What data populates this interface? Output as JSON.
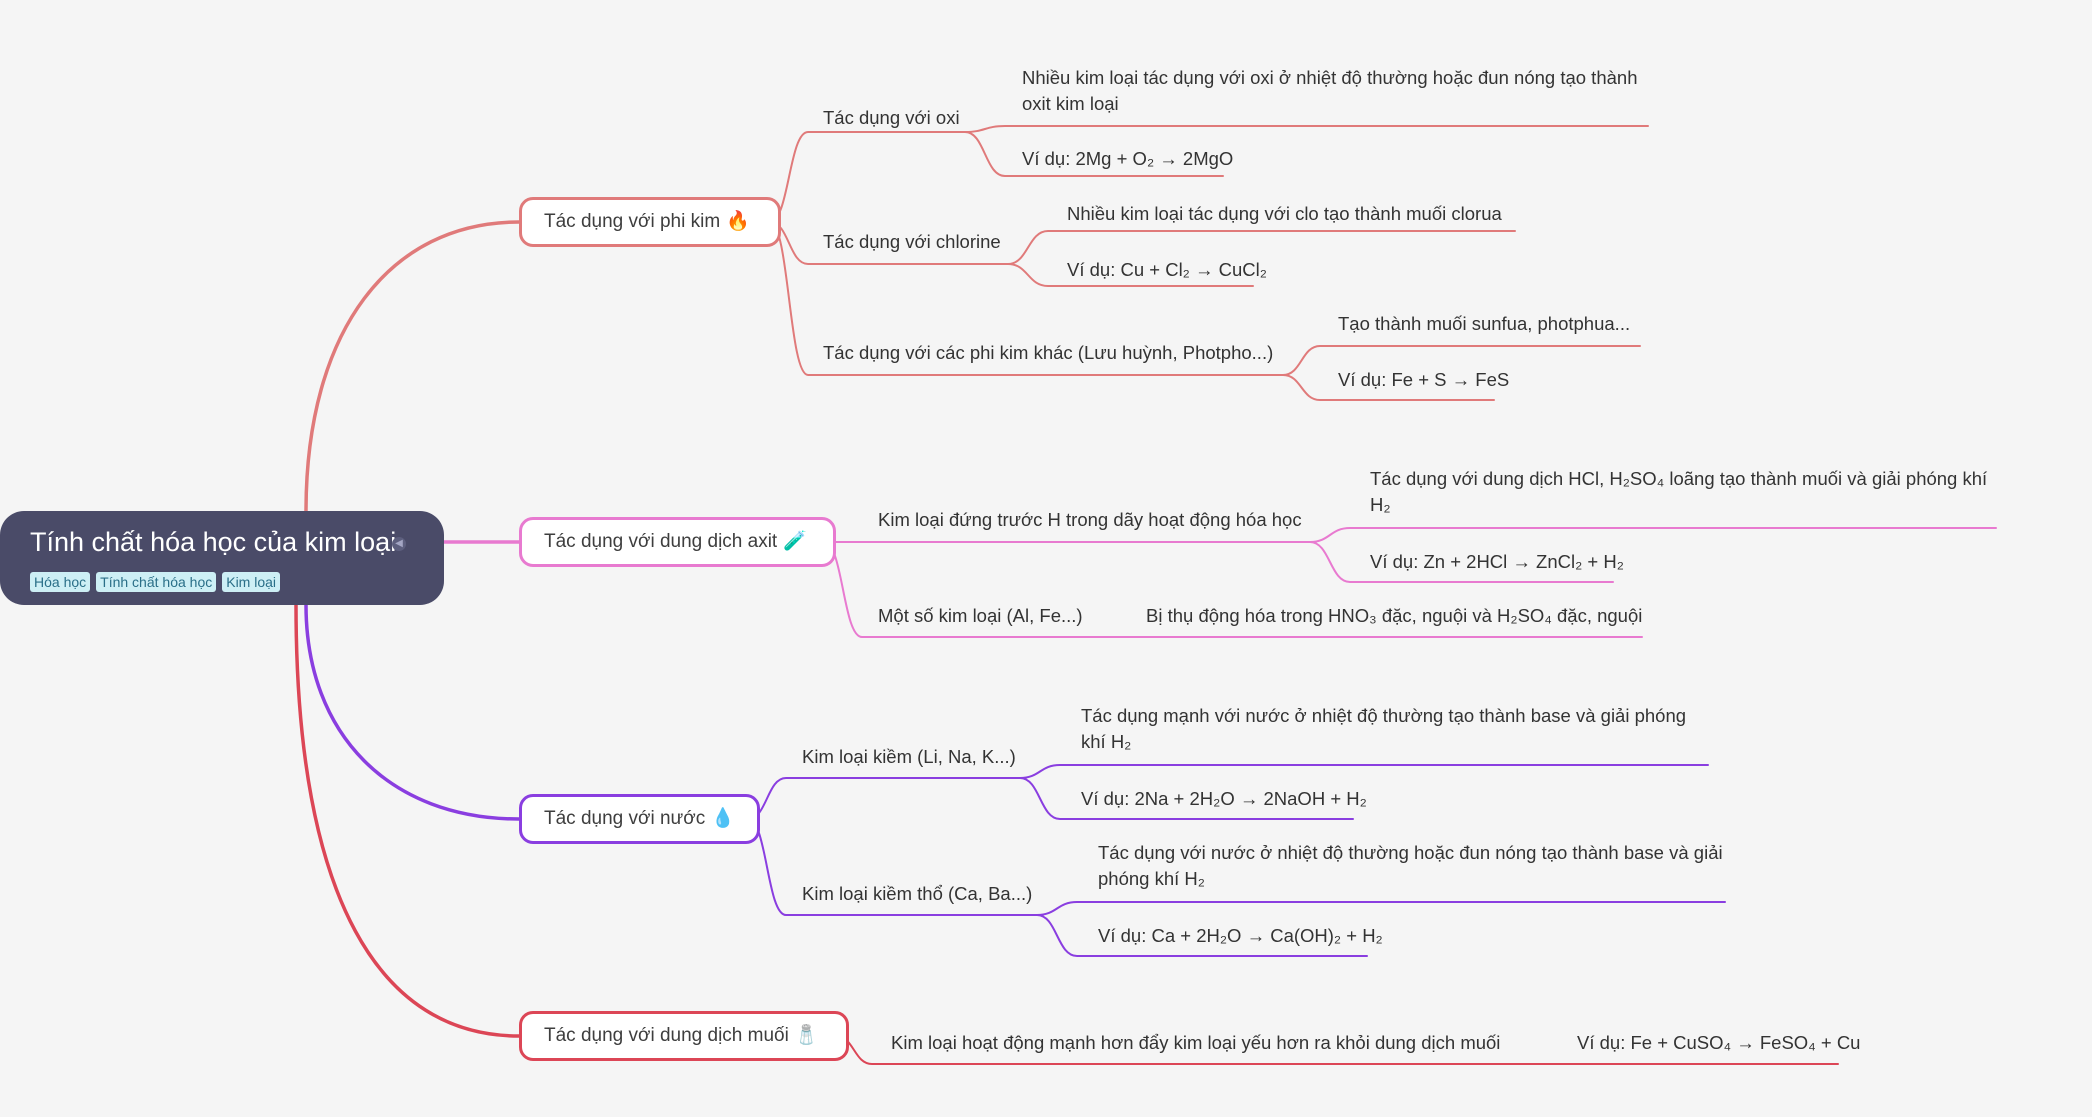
{
  "root": {
    "title": "Tính chất hóa học của kim loại",
    "collapse_icon": "collapse-icon",
    "tags": [
      "Hóa học",
      "Tính chất hóa học",
      "Kim loại"
    ]
  },
  "colors": {
    "root_bg": "#4a4b68",
    "branch_phikim": "#e07a7a",
    "branch_axit": "#e87ad0",
    "branch_nuoc": "#8a3ee0",
    "branch_muoi": "#dc4656"
  },
  "topics": {
    "phikim": {
      "label": "Tác dụng với phi kim",
      "emoji": "🔥",
      "icon": "fire-icon"
    },
    "axit": {
      "label": "Tác dụng với dung dịch axit",
      "emoji": "🧪",
      "icon": "test-tube-icon"
    },
    "nuoc": {
      "label": "Tác dụng với nước",
      "emoji": "💧",
      "icon": "water-drop-icon"
    },
    "muoi": {
      "label": "Tác dụng với dung dịch muối",
      "emoji": "🧂",
      "icon": "salt-icon"
    }
  },
  "nodes": {
    "oxi": "Tác dụng với oxi",
    "oxi_desc": "Nhiều kim loại tác dụng với oxi ở nhiệt độ thường hoặc đun nóng tạo thành oxit kim loại",
    "oxi_ex": "Ví dụ: 2Mg + O₂ → 2MgO",
    "clo": "Tác dụng với chlorine",
    "clo_desc": "Nhiều kim loại tác dụng với clo tạo thành muối clorua",
    "clo_ex": "Ví dụ: Cu + Cl₂ → CuCl₂",
    "khac": "Tác dụng với các phi kim khác (Lưu huỳnh, Photpho...)",
    "khac_desc": "Tạo thành muối sunfua, photphua...",
    "khac_ex": "Ví dụ: Fe + S → FeS",
    "truocH": "Kim loại đứng trước H trong dãy hoạt động hóa học",
    "truocH_desc": "Tác dụng với dung dịch HCl, H₂SO₄ loãng tạo thành muối và giải phóng khí H₂",
    "truocH_ex": "Ví dụ: Zn + 2HCl → ZnCl₂ + H₂",
    "motso": "Một số kim loại (Al, Fe...)",
    "motso_desc": "Bị thụ động hóa trong HNO₃ đặc, nguội và H₂SO₄ đặc, nguội",
    "kiem": "Kim loại kiềm (Li, Na, K...)",
    "kiem_desc": "Tác dụng mạnh với nước ở nhiệt độ thường tạo thành base và giải phóng khí H₂",
    "kiem_ex": "Ví dụ: 2Na + 2H₂O → 2NaOH + H₂",
    "kiemtho": "Kim loại kiềm thổ (Ca, Ba...)",
    "kiemtho_desc": "Tác dụng với nước ở nhiệt độ thường hoặc đun nóng tạo thành base và giải phóng khí H₂",
    "kiemtho_ex": "Ví dụ: Ca + 2H₂O → Ca(OH)₂ + H₂",
    "muoi_desc": "Kim loại hoạt động mạnh hơn đẩy kim loại yếu hơn ra khỏi dung dịch muối",
    "muoi_ex": "Ví dụ: Fe + CuSO₄ → FeSO₄ + Cu"
  }
}
